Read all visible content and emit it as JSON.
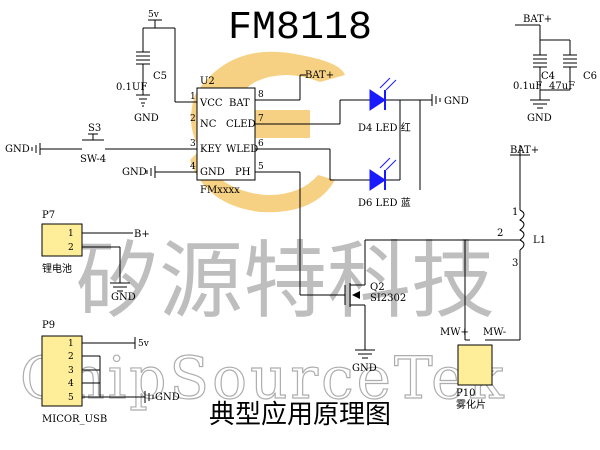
{
  "title": "FM8118",
  "subtitle": "典型应用原理图",
  "watermark": {
    "cn": "矽源特科技",
    "en": "ChipSourceTek"
  },
  "colors": {
    "wire": "#000000",
    "led": "#1a1aff",
    "connector": "#ffee99",
    "logo": "#f5c25a",
    "watermark": "#555555"
  },
  "ic": {
    "ref": "U2",
    "part": "FMxxxx",
    "pins": [
      {
        "num": "1",
        "name": "VCC"
      },
      {
        "num": "2",
        "name": "NC"
      },
      {
        "num": "3",
        "name": "KEY"
      },
      {
        "num": "4",
        "name": "GND"
      },
      {
        "num": "8",
        "name": "BAT"
      },
      {
        "num": "7",
        "name": "CLED"
      },
      {
        "num": "6",
        "name": "WLED"
      },
      {
        "num": "5",
        "name": "PH"
      }
    ]
  },
  "labels": {
    "v5_top": "5v",
    "c5_ref": "C5",
    "c5_val": "0.1UF",
    "gnd": "GND",
    "bat_plus": "BAT+",
    "b_plus": "B+",
    "c4_ref": "C4",
    "c4_val": "0.1uF",
    "c6_ref": "C6",
    "c6_val": "47uF",
    "s3_ref": "S3",
    "s3_val": "SW-4",
    "d4": "D4 LED 红",
    "d6": "D6 LED 蓝",
    "p7_ref": "P7",
    "p7_val": "锂电池",
    "p9_ref": "P9",
    "p9_val": "MICOR_USB",
    "q2_ref": "Q2",
    "q2_val": "SI2302",
    "l1_ref": "L1",
    "p10_ref": "P10",
    "p10_val": "雾化片",
    "mw_plus": "MW+",
    "mw_minus": "MW-",
    "pin_1": "1",
    "pin_2": "2",
    "pin_3": "3",
    "pin_4": "4",
    "pin_5": "5",
    "v5_usb": "5v"
  }
}
